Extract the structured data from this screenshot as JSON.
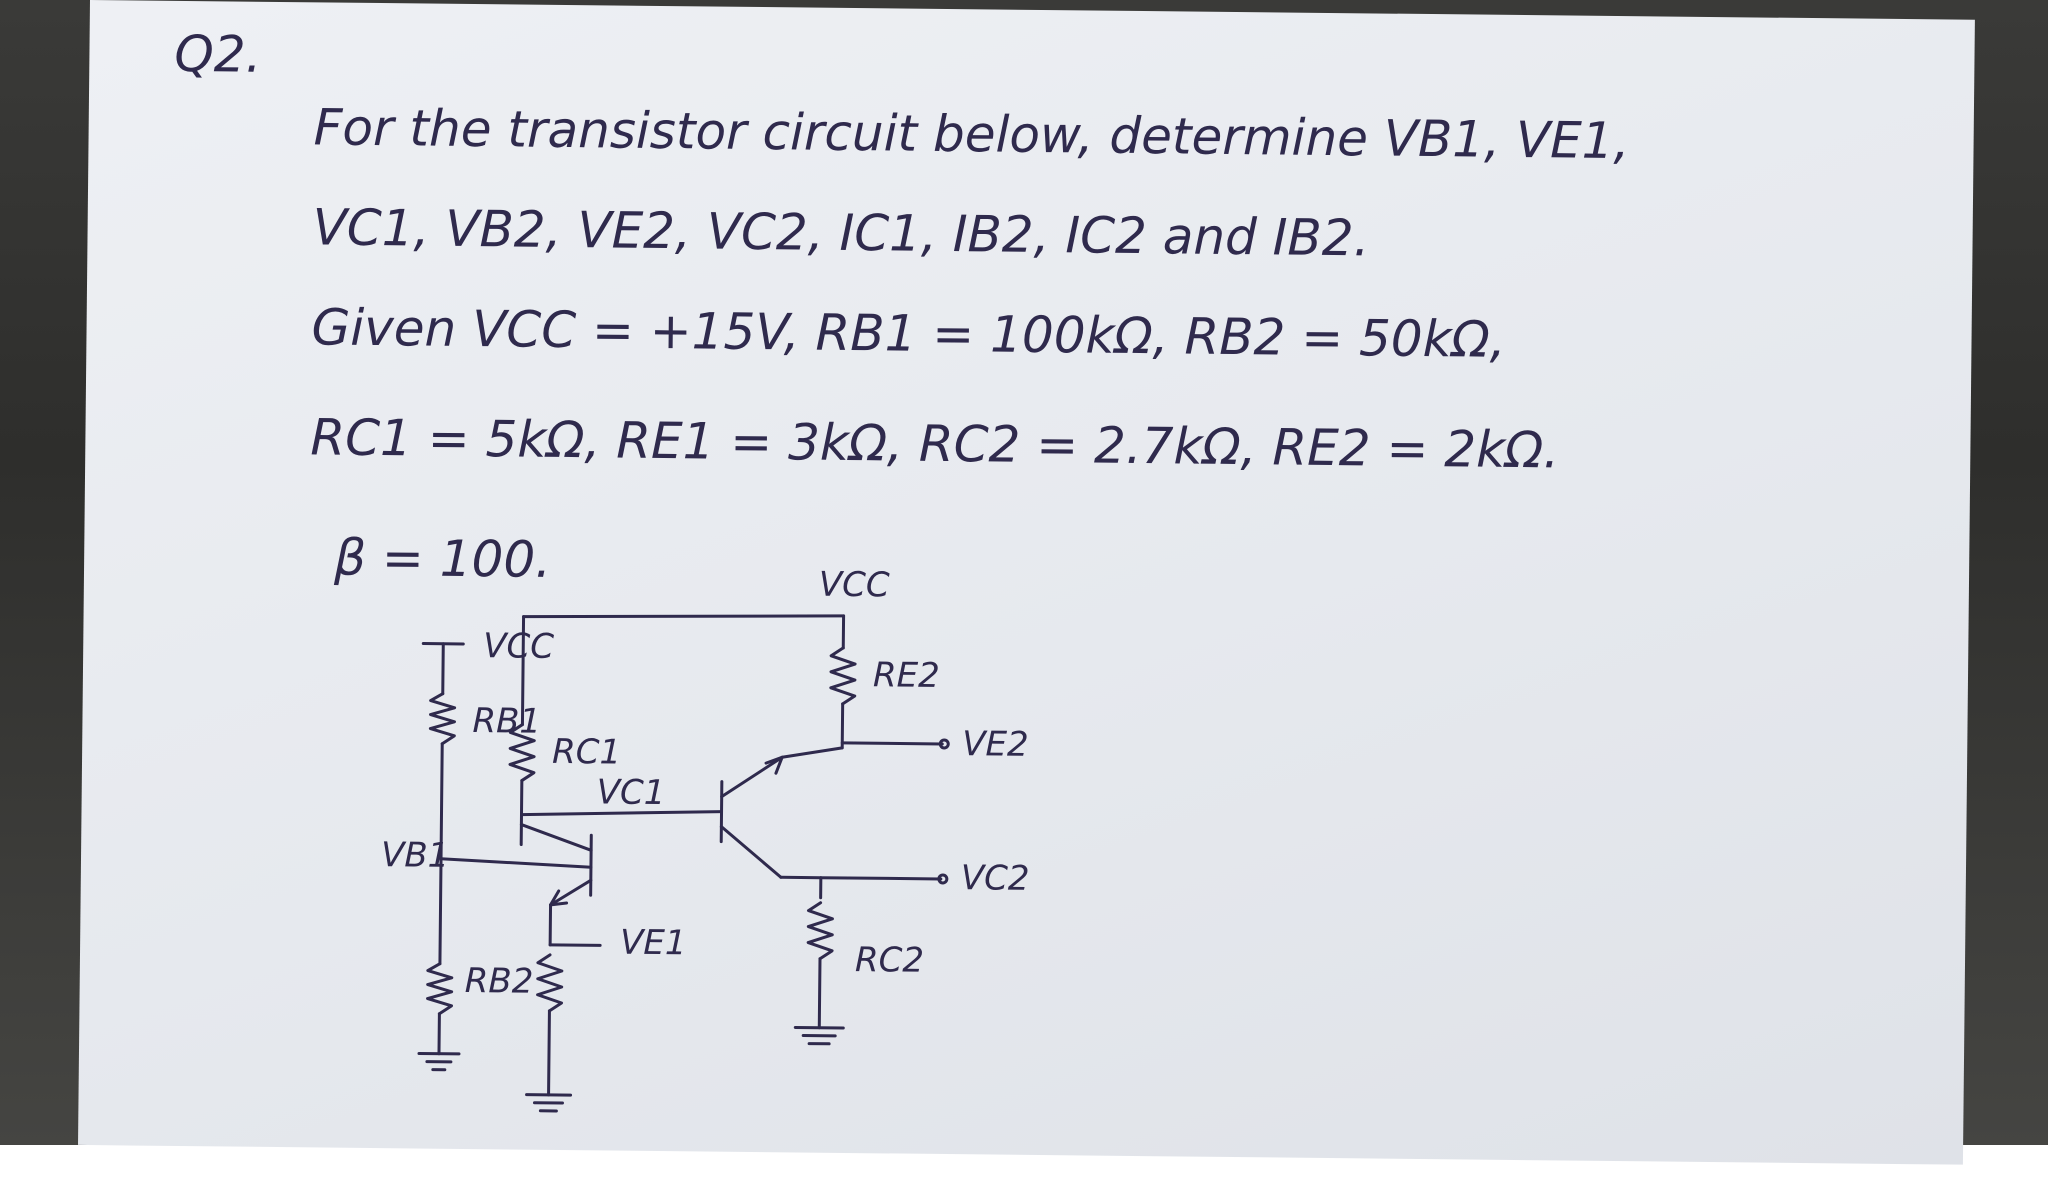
{
  "question": {
    "number": "Q2.",
    "lines": [
      "For the transistor circuit below, determine VB1, VE1,",
      "VC1, VB2, VE2, VC2, IC1, IB2, IC2 and IB2.",
      "Given VCC = +15V, RB1 = 100kΩ, RB2 = 50kΩ,",
      "RC1 = 5kΩ, RE1 = 3kΩ, RC2 = 2.7kΩ, RE2 = 2kΩ.",
      "β = 100."
    ]
  },
  "circuit": {
    "labels": {
      "vcc_top": "VCC",
      "vcc_left": "VCC",
      "rb1": "RB1",
      "rc1": "RC1",
      "vc1": "VC1",
      "re2": "RE2",
      "ve2": "VE2",
      "vb1": "VB1",
      "vc2": "VC2",
      "ve1": "VE1",
      "rb2": "RB2",
      "rc2": "RC2"
    }
  },
  "colors": {
    "ink": "#2f2a4d",
    "paper": "#e9ecf1",
    "background": "#3a3a38"
  }
}
